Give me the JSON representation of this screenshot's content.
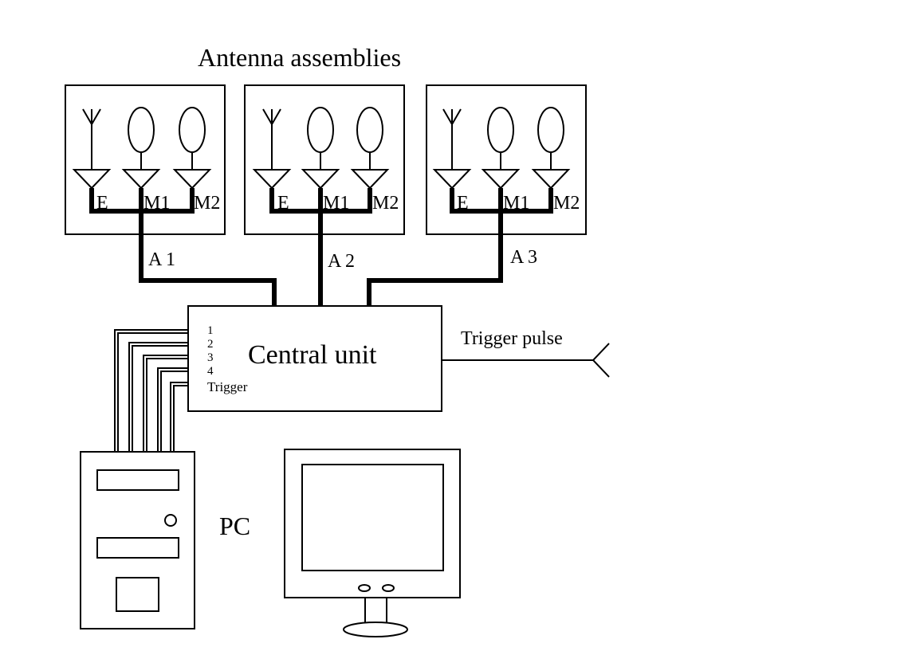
{
  "title": "Antenna assemblies",
  "assemblies": [
    {
      "cable_label": "A 1",
      "channel_labels": [
        "E",
        "M1",
        "M2"
      ]
    },
    {
      "cable_label": "A 2",
      "channel_labels": [
        "E",
        "M1",
        "M2"
      ]
    },
    {
      "cable_label": "A 3",
      "channel_labels": [
        "E",
        "M1",
        "M2"
      ]
    }
  ],
  "central_unit": {
    "label": "Central unit",
    "ports": [
      "1",
      "2",
      "3",
      "4",
      "Trigger"
    ]
  },
  "trigger_label": "Trigger pulse",
  "pc_label": "PC"
}
